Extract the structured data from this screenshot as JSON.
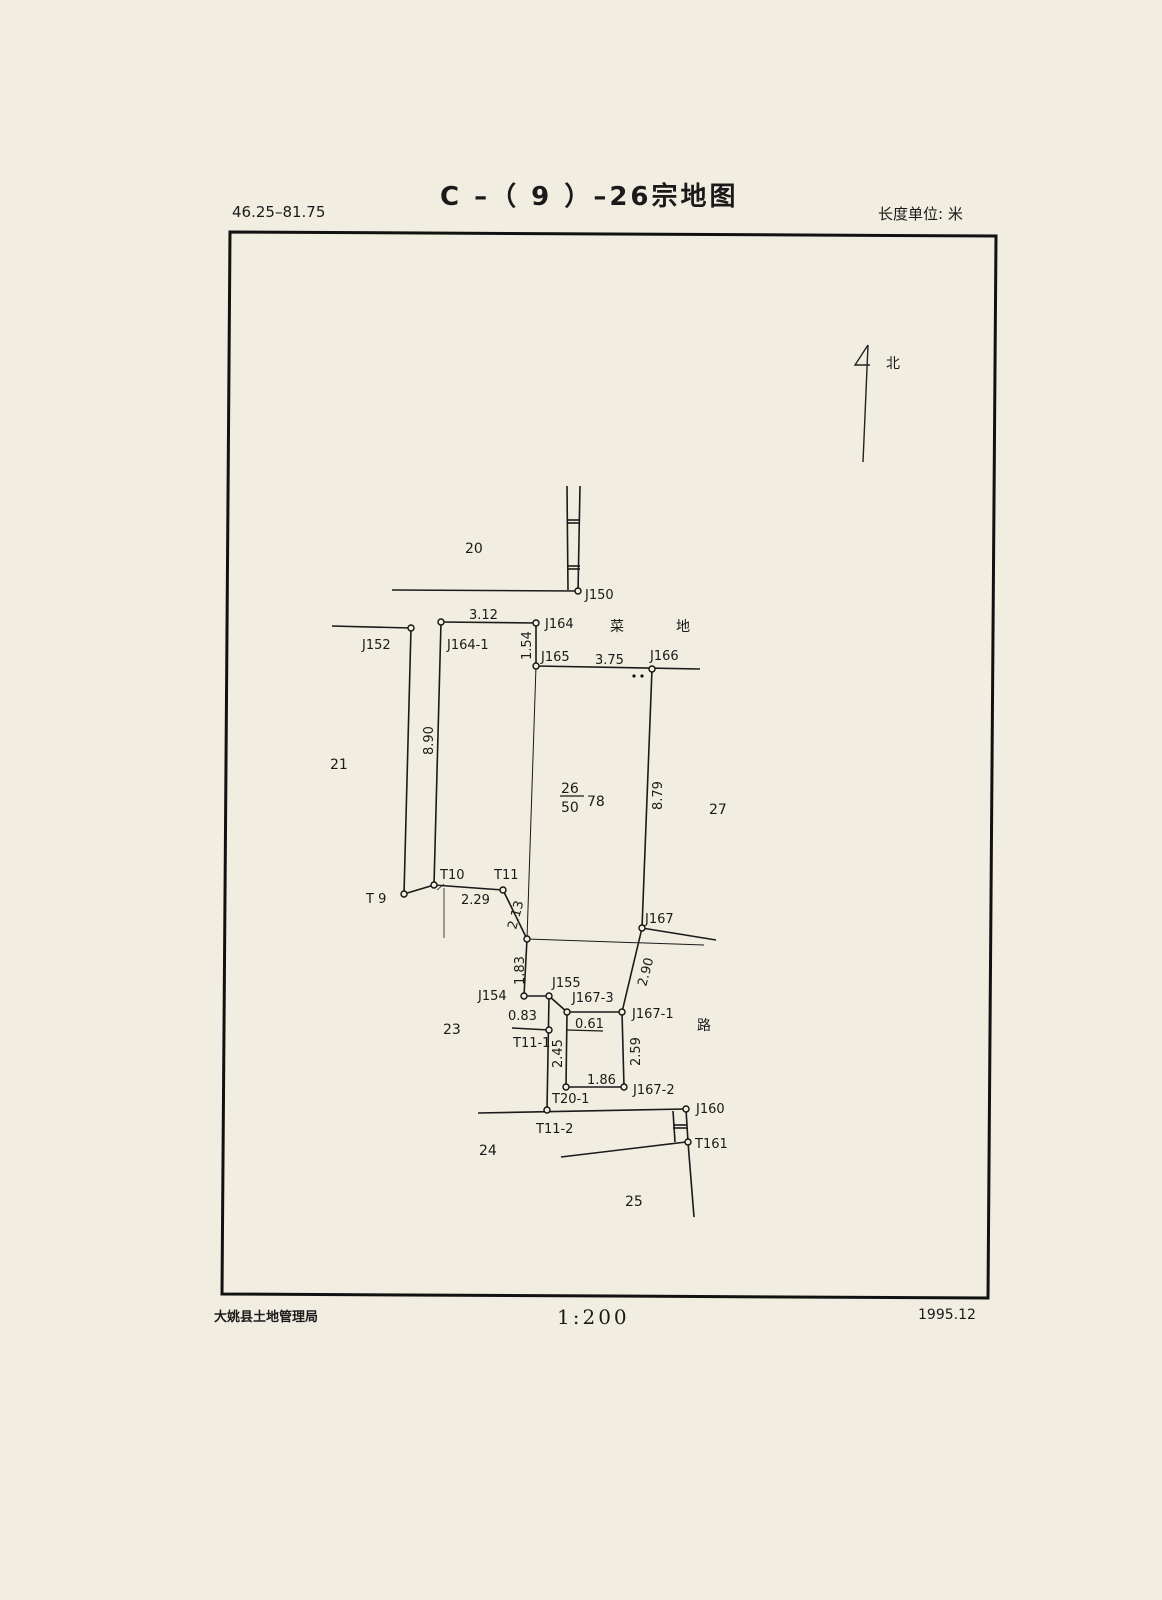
{
  "header": {
    "title": "C –（ 9 ）–26宗地图",
    "coord_range": "46.25–81.75",
    "length_unit": "长度单位: 米"
  },
  "footer": {
    "organization": "大姚县土地管理局",
    "scale": "1:200",
    "date": "1995.12"
  },
  "north_label": "北",
  "parcel": {
    "number": "26",
    "land_class": "50",
    "area": "78"
  },
  "neighbors": {
    "n20": "20",
    "n21": "21",
    "n23": "23",
    "n24": "24",
    "n25": "25",
    "n27": "27"
  },
  "land_use": {
    "vegetable_1": "菜",
    "vegetable_2": "地",
    "road": "路"
  },
  "points": {
    "J150": "J150",
    "J152": "J152",
    "J164": "J164",
    "J164_1": "J164-1",
    "J165": "J165",
    "J166": "J166",
    "T9": "T 9",
    "T10": "T10",
    "T11": "T11",
    "J167": "J167",
    "J154": "J154",
    "J155": "J155",
    "J167_3": "J167-3",
    "J167_1": "J167-1",
    "T11_1": "T11-1",
    "T20_1": "T20-1",
    "J167_2": "J167-2",
    "T11_2": "T11-2",
    "J160": "J160",
    "T161": "T161"
  },
  "dimensions": {
    "d312": "3.12",
    "d154": "1.54",
    "d375": "3.75",
    "d890": "8.90",
    "d819": "8.79",
    "d229": "2.29",
    "d213": "2.13",
    "d183": "1.83",
    "d290": "2.90",
    "d083": "0.83",
    "d061": "0.61",
    "d245": "2.45",
    "d259": "2.59",
    "d186": "1.86"
  }
}
